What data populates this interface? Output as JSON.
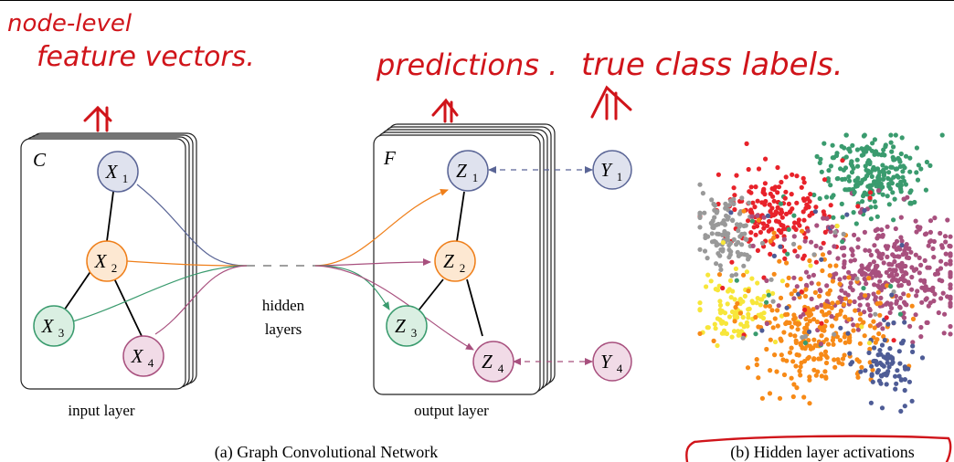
{
  "annotations": {
    "left_line1": "node-level",
    "left_line2": "feature vectors.",
    "mid": "predictions .",
    "right": "true class labels."
  },
  "panel_a": {
    "caption": "(a) Graph Convolutional Network",
    "input": {
      "corner": "C",
      "label": "input layer",
      "nodes": [
        {
          "base": "X",
          "sub": "1"
        },
        {
          "base": "X",
          "sub": "2"
        },
        {
          "base": "X",
          "sub": "3"
        },
        {
          "base": "X",
          "sub": "4"
        }
      ]
    },
    "hidden": {
      "line1": "hidden",
      "line2": "layers"
    },
    "output": {
      "corner": "F",
      "label": "output layer",
      "nodes": [
        {
          "base": "Z",
          "sub": "1"
        },
        {
          "base": "Z",
          "sub": "2"
        },
        {
          "base": "Z",
          "sub": "3"
        },
        {
          "base": "Z",
          "sub": "4"
        }
      ]
    },
    "labels": [
      {
        "base": "Y",
        "sub": "1"
      },
      {
        "base": "Y",
        "sub": "4"
      }
    ]
  },
  "panel_b": {
    "caption": "(b) Hidden layer activations",
    "clusters": [
      {
        "color": "#3a9b6e",
        "name": "green"
      },
      {
        "color": "#e8222a",
        "name": "red"
      },
      {
        "color": "#999999",
        "name": "gray"
      },
      {
        "color": "#f7e63a",
        "name": "yellow"
      },
      {
        "color": "#a8507e",
        "name": "magenta"
      },
      {
        "color": "#f78a17",
        "name": "orange"
      },
      {
        "color": "#4e5c96",
        "name": "blue"
      }
    ]
  },
  "colors": {
    "blue_node_fill": "#dfe2ee",
    "blue_node_stroke": "#5a6596",
    "orange_node_fill": "#fde8d2",
    "orange_node_stroke": "#ef7f1a",
    "green_node_fill": "#daefe2",
    "green_node_stroke": "#3a9b6e",
    "pink_node_fill": "#f1dbe7",
    "pink_node_stroke": "#a8507e",
    "annotation": "#d0141a"
  }
}
